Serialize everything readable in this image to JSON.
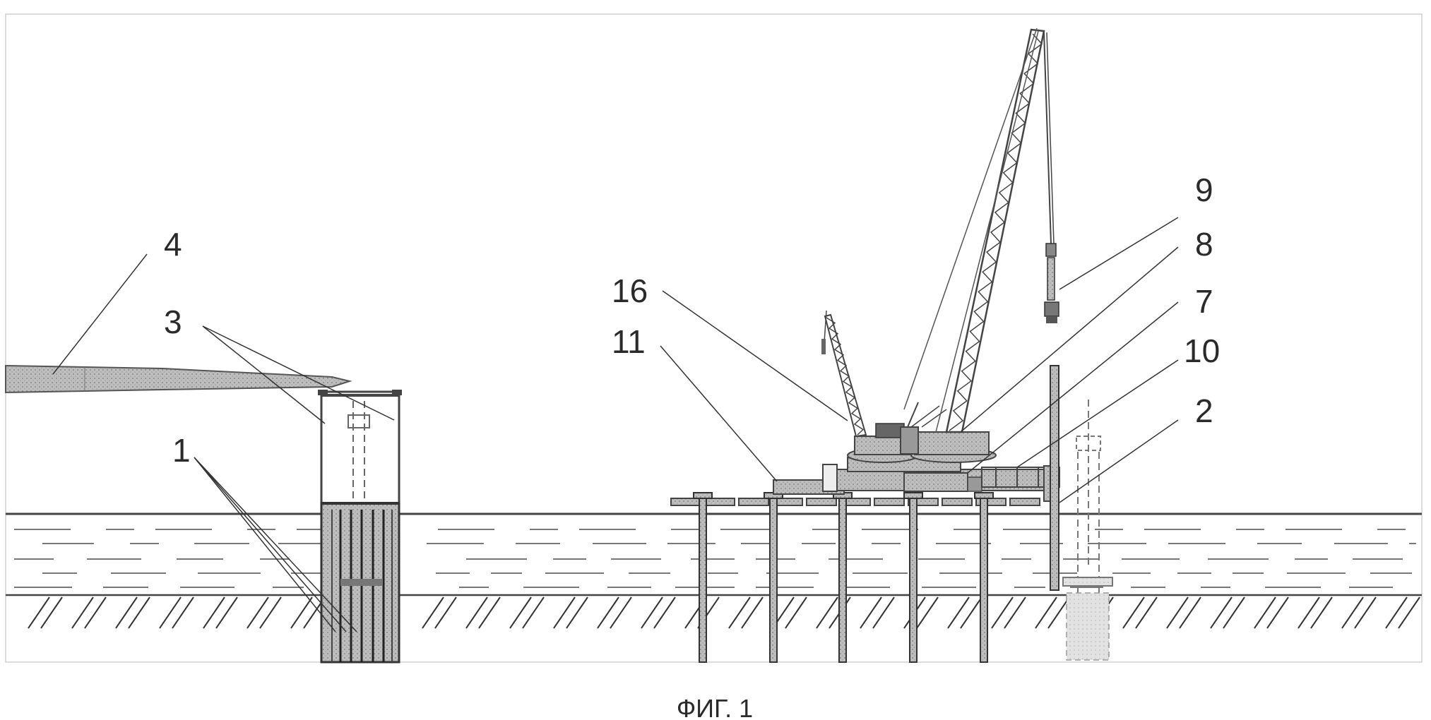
{
  "figure": {
    "caption": "ФИГ. 1",
    "labels": {
      "l1": "1",
      "l2": "2",
      "l3": "3",
      "l4": "4",
      "l7": "7",
      "l8": "8",
      "l9": "9",
      "l10": "10",
      "l11": "11",
      "l16": "16"
    }
  }
}
